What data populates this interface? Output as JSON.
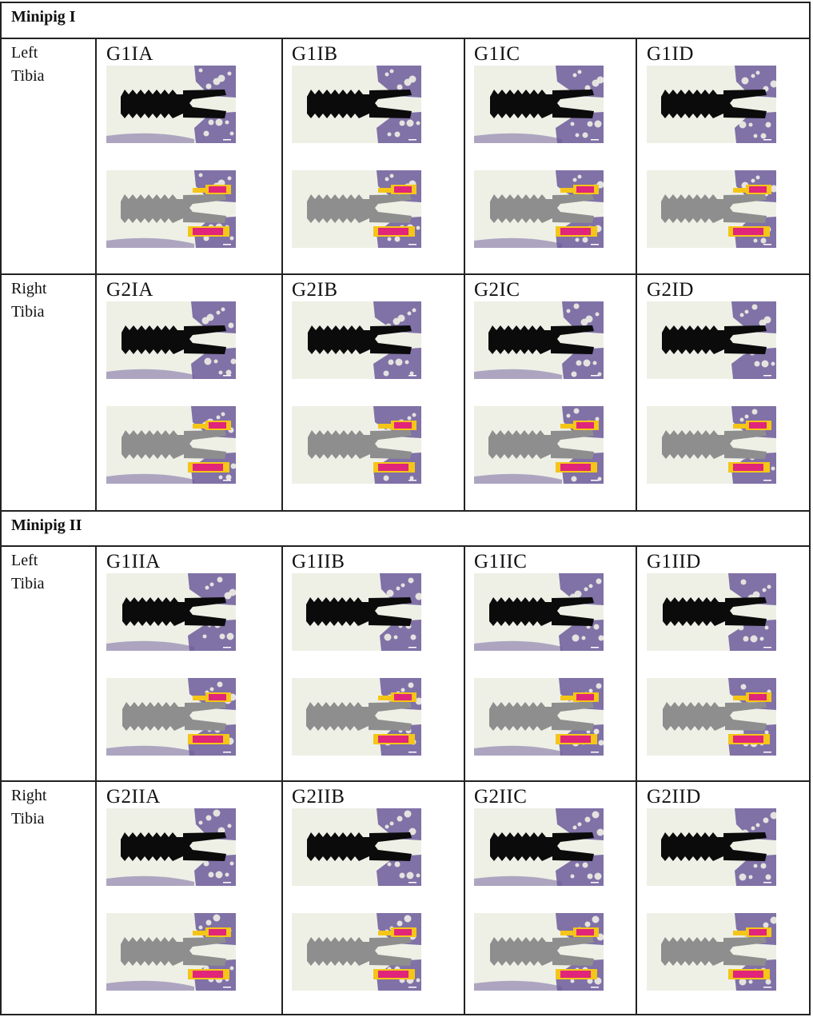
{
  "sections": [
    {
      "title": "Minipig I",
      "rows": [
        {
          "side_label": "Left\nTibia",
          "cells": [
            "G1IA",
            "G1IB",
            "G1IC",
            "G1ID"
          ]
        },
        {
          "side_label": "Right\nTibia",
          "cells": [
            "G2IA",
            "G2IB",
            "G2IC",
            "G2ID"
          ]
        }
      ]
    },
    {
      "title": "Minipig II",
      "rows": [
        {
          "side_label": "Left\nTibia",
          "cells": [
            "G1IIA",
            "G1IIB",
            "G1IIC",
            "G1IID"
          ]
        },
        {
          "side_label": "Right\nTibia",
          "cells": [
            "G2IIA",
            "G2IIB",
            "G2IIC",
            "G2IID"
          ]
        }
      ]
    }
  ],
  "colors": {
    "stain_purple": "#6c5a9a",
    "bone_light": "#eef0e6",
    "implant_black": "#0b0b0b",
    "implant_gray": "#8e8e8e",
    "overlay_magenta": "#e0257a",
    "overlay_yellow": "#f5c518"
  },
  "image_types": [
    "histology-image",
    "bone-contact-overlay-image"
  ]
}
